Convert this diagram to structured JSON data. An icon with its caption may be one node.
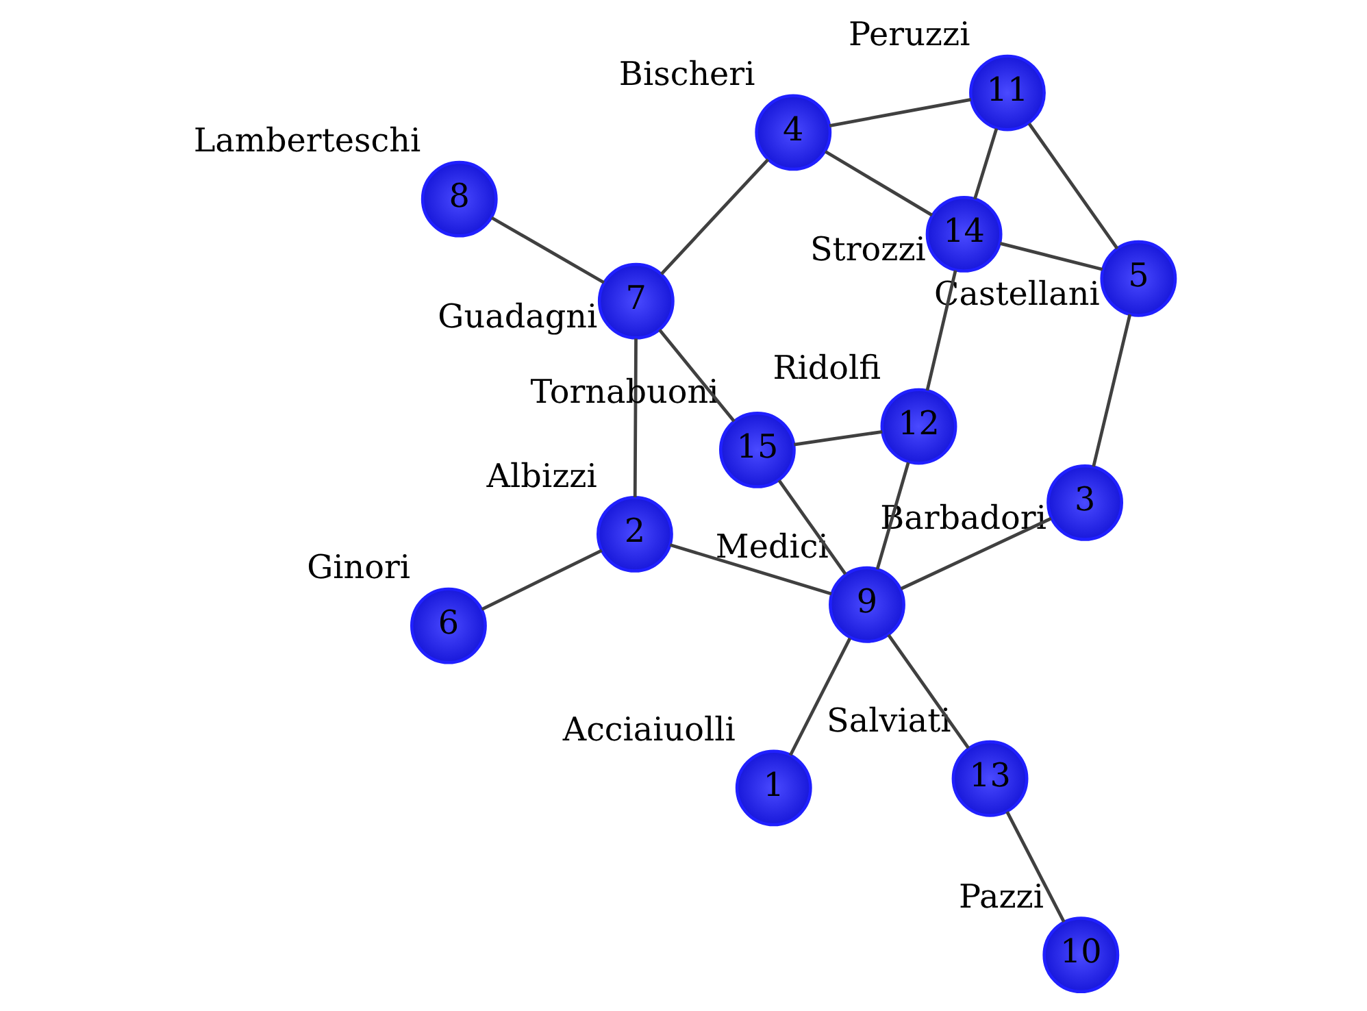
{
  "diagram": {
    "nodes": [
      {
        "text": [
          "1"
        ],
        "beside": [
          "Acciaiuolli"
        ]
      },
      {
        "text": [
          "2"
        ],
        "beside": [
          "Albizzi"
        ]
      },
      {
        "text": [
          "3"
        ],
        "beside": [
          "Barbadori"
        ]
      },
      {
        "text": [
          "4"
        ],
        "beside": [
          "Bischeri"
        ]
      },
      {
        "text": [
          "5"
        ],
        "beside": [
          "Castellani"
        ]
      },
      {
        "text": [
          "6"
        ],
        "beside": [
          "Ginori"
        ]
      },
      {
        "text": [
          "7"
        ],
        "beside": [
          "Guadagni"
        ]
      },
      {
        "text": [
          "8"
        ],
        "beside": [
          "Lamberteschi"
        ]
      },
      {
        "text": [
          "9"
        ],
        "beside": [
          "Medici"
        ]
      },
      {
        "text": [
          "10"
        ],
        "beside": [
          "Pazzi"
        ]
      },
      {
        "text": [
          "11"
        ],
        "beside": [
          "Peruzzi"
        ]
      },
      {
        "text": [
          "12"
        ],
        "beside": [
          "Ridolfi"
        ]
      },
      {
        "text": [
          "13"
        ],
        "beside": [
          "Salviati"
        ]
      },
      {
        "text": [
          "14"
        ],
        "beside": [
          "Strozzi"
        ]
      },
      {
        "text": [
          "15"
        ],
        "beside": [
          "Tornabuoni"
        ]
      }
    ],
    "edges": [
      {
        "from": 5,
        "to": 1,
        "arrow": "none"
      },
      {
        "from": 1,
        "to": 6,
        "arrow": "none"
      },
      {
        "from": 1,
        "to": 8,
        "arrow": "none"
      },
      {
        "from": 7,
        "to": 6,
        "arrow": "none"
      },
      {
        "from": 6,
        "to": 3,
        "arrow": "none"
      },
      {
        "from": 6,
        "to": 14,
        "arrow": "none"
      },
      {
        "from": 3,
        "to": 10,
        "arrow": "none"
      },
      {
        "from": 3,
        "to": 13,
        "arrow": "none"
      },
      {
        "from": 10,
        "to": 13,
        "arrow": "none"
      },
      {
        "from": 10,
        "to": 4,
        "arrow": "none"
      },
      {
        "from": 13,
        "to": 4,
        "arrow": "none"
      },
      {
        "from": 13,
        "to": 11,
        "arrow": "none"
      },
      {
        "from": 14,
        "to": 11,
        "arrow": "none"
      },
      {
        "from": 14,
        "to": 8,
        "arrow": "none"
      },
      {
        "from": 11,
        "to": 8,
        "arrow": "none"
      },
      {
        "from": 8,
        "to": 2,
        "arrow": "none"
      },
      {
        "from": 2,
        "to": 4,
        "arrow": "none"
      },
      {
        "from": 8,
        "to": 0,
        "arrow": "none"
      },
      {
        "from": 8,
        "to": 12,
        "arrow": "none"
      },
      {
        "from": 12,
        "to": 9,
        "arrow": "none"
      }
    ]
  }
}
